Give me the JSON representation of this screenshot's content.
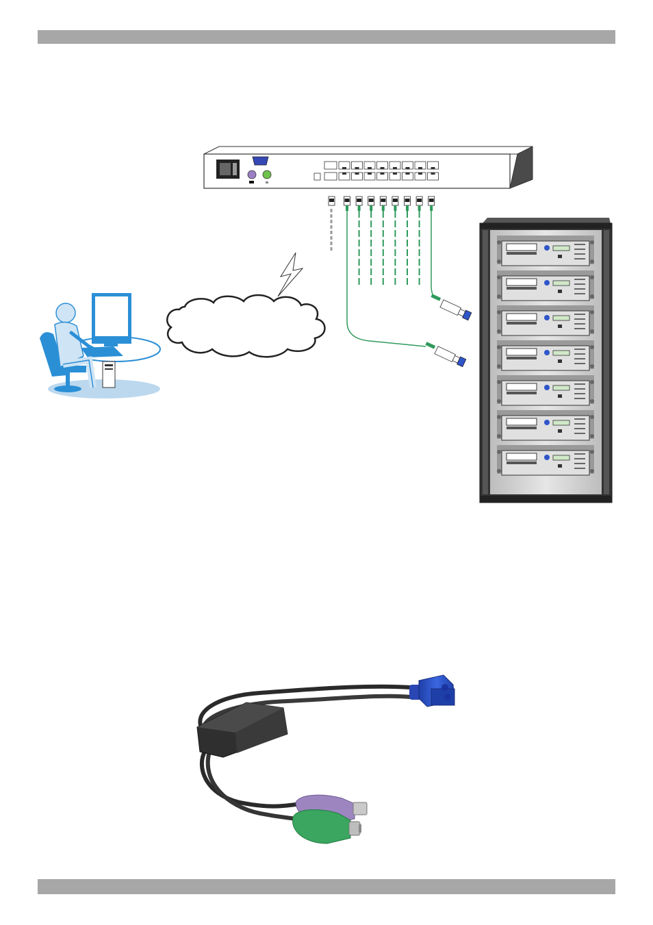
{
  "header_bar": {
    "color": "#a7a7a7"
  },
  "footer_bar": {
    "color": "#a7a7a7"
  },
  "diagram": {
    "kvm_switch": {
      "rj45_port_count": 16,
      "icon": "kvm-switch-icon"
    },
    "cables": {
      "count": 8,
      "color": "#2e9a5c",
      "icon": "cat5-cable-icon"
    },
    "network": {
      "icon": "network-cloud-icon"
    },
    "link": {
      "icon": "lightning-bolt-icon"
    },
    "remote_user": {
      "icon": "user-at-workstation-icon",
      "color": "#2b8fd6"
    },
    "server_rack": {
      "server_count": 7,
      "icon": "server-rack-icon"
    }
  },
  "photo": {
    "subject": "kvm-cpu-adapter-cable",
    "connector_colors": {
      "vga": "#2f55c9",
      "ps2_keyboard": "#9d86c0",
      "ps2_mouse": "#3aa65f",
      "dongle": "#3a3a3a"
    }
  }
}
